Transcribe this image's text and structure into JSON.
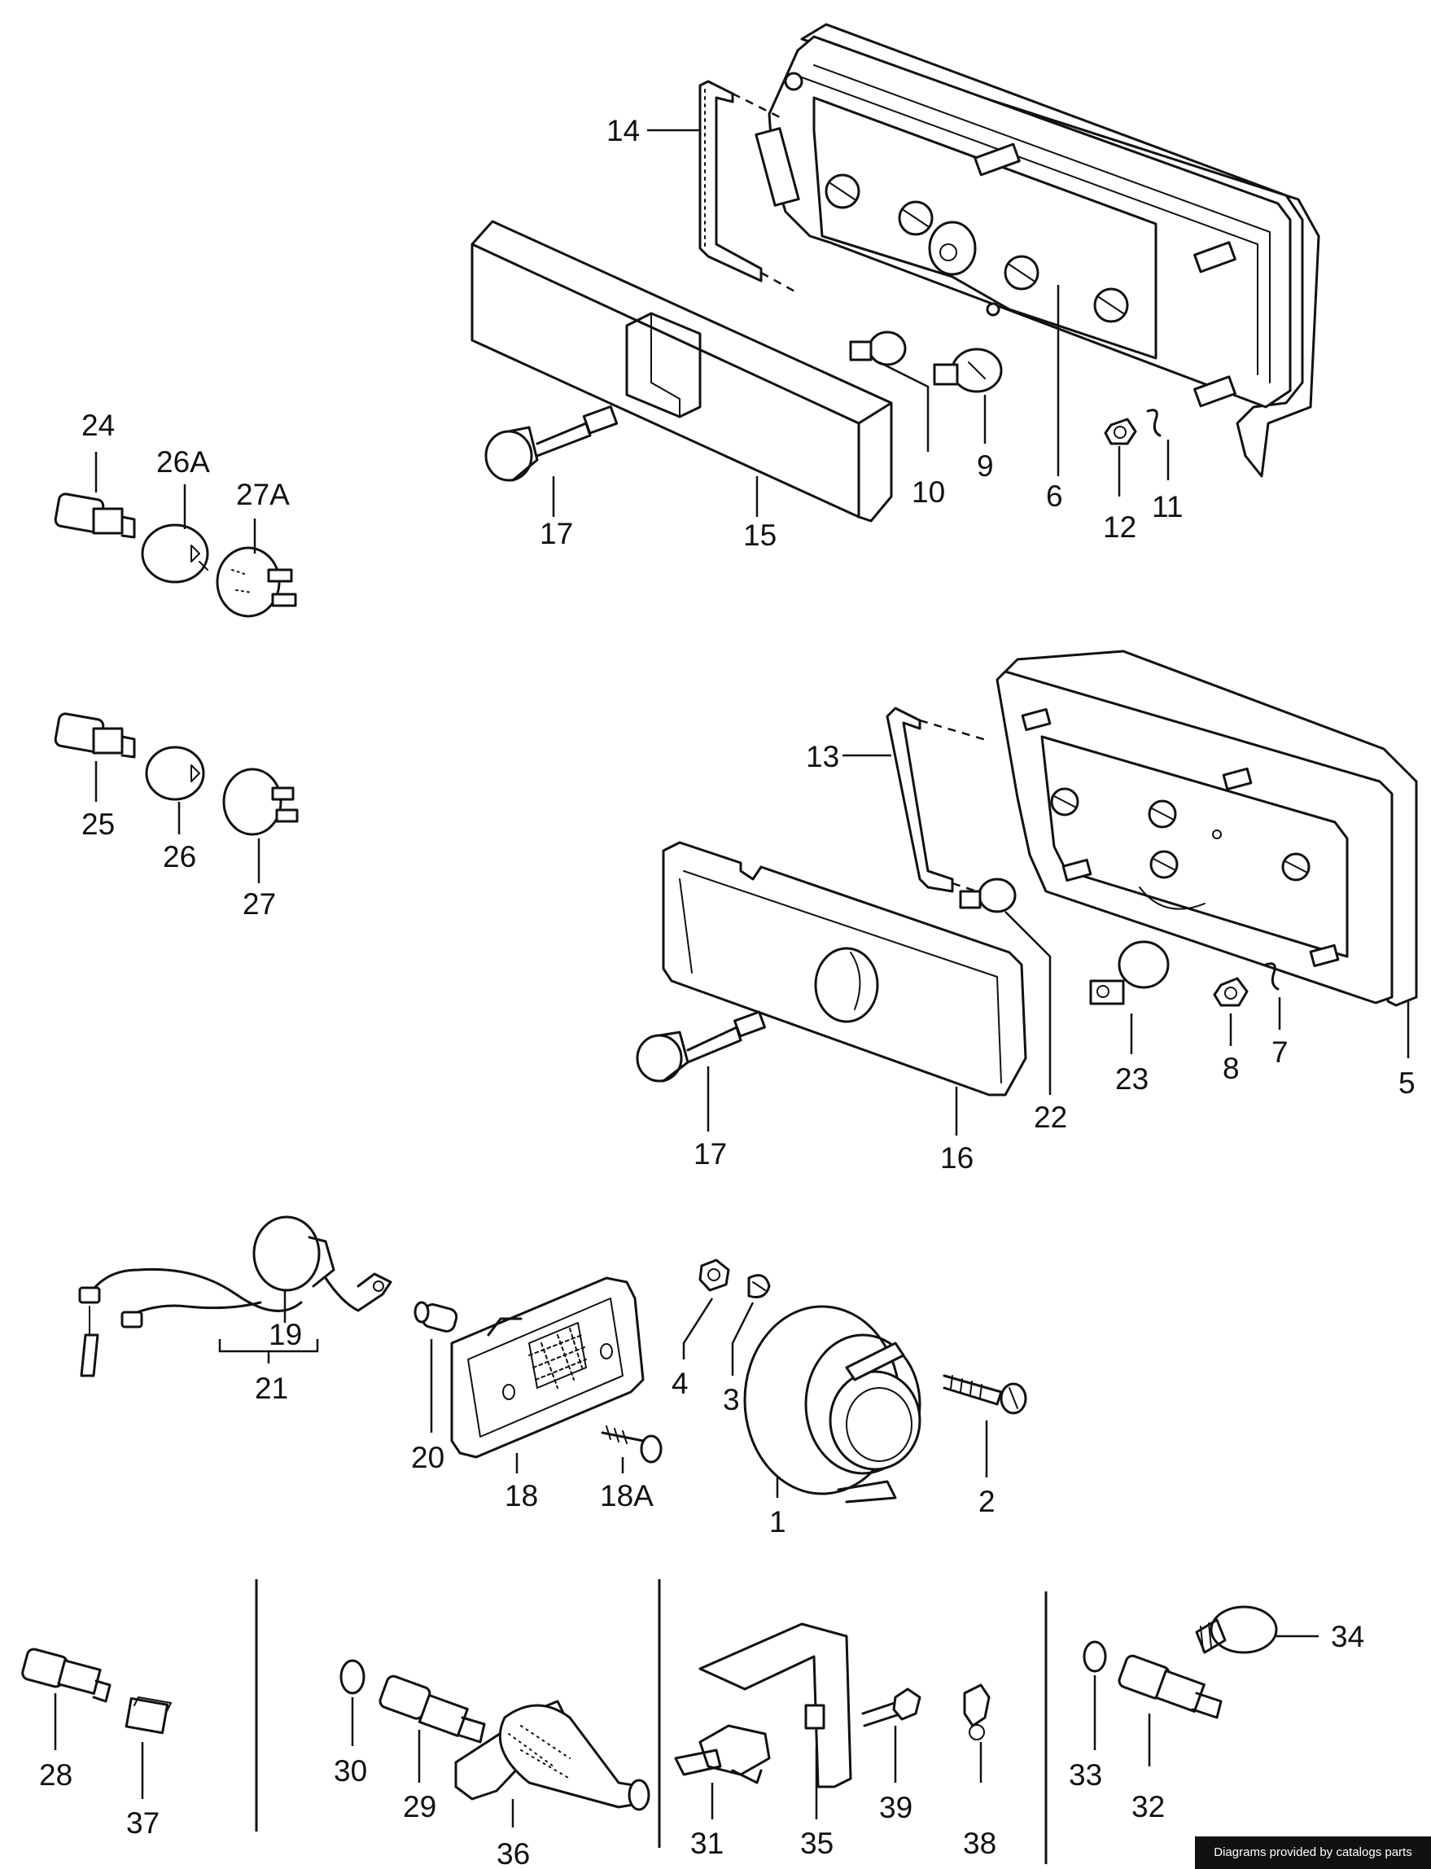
{
  "labels": {
    "l1": "1",
    "l2": "2",
    "l3": "3",
    "l4": "4",
    "l5": "5",
    "l6": "6",
    "l7": "7",
    "l8": "8",
    "l9": "9",
    "l10": "10",
    "l11": "11",
    "l12": "12",
    "l13": "13",
    "l14": "14",
    "l15": "15",
    "l16": "16",
    "l17a": "17",
    "l17b": "17",
    "l18": "18",
    "l18a": "18A",
    "l19": "19",
    "l20": "20",
    "l21": "21",
    "l22": "22",
    "l23": "23",
    "l24": "24",
    "l25": "25",
    "l26": "26",
    "l26a": "26A",
    "l27": "27",
    "l27a": "27A",
    "l28": "28",
    "l29": "29",
    "l30": "30",
    "l31": "31",
    "l32": "32",
    "l33": "33",
    "l34": "34",
    "l35": "35",
    "l36": "36",
    "l37": "37",
    "l38": "38",
    "l39": "39"
  },
  "watermark": "Diagrams provided by catalogs parts"
}
